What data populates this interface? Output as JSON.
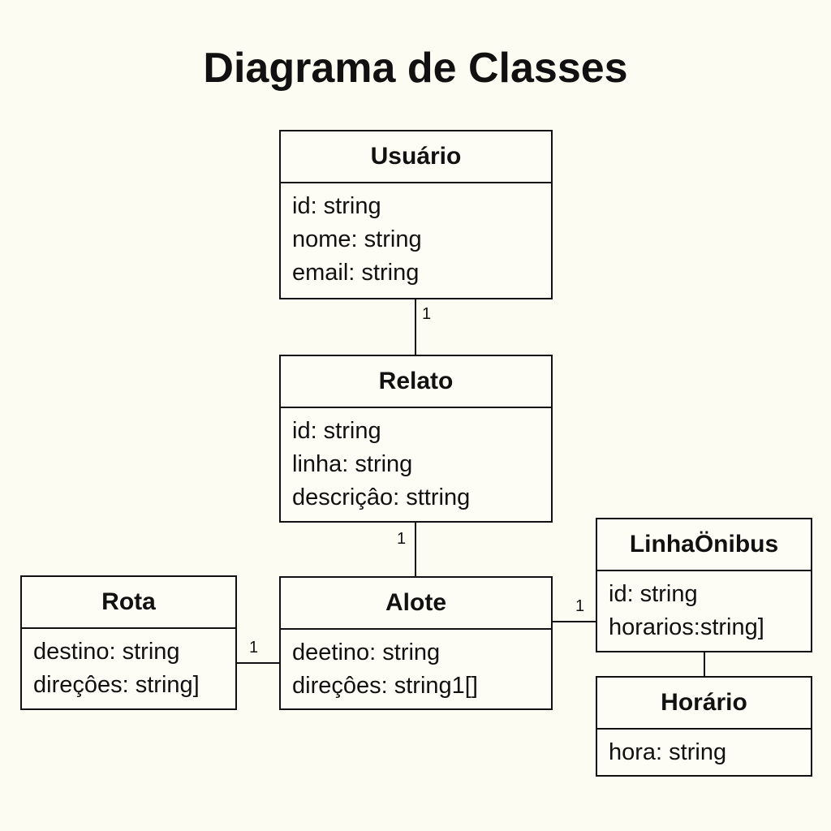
{
  "title": "Diagrama de Classes",
  "classes": {
    "usuario": {
      "name": "Usuário",
      "attributes": [
        "id: string",
        "nome: string",
        "email: string"
      ]
    },
    "relato": {
      "name": "Relato",
      "attributes": [
        "id: string",
        "linha: string",
        "descriçâo: sttring"
      ]
    },
    "alote": {
      "name": "Alote",
      "attributes": [
        "deetino: string",
        "direçôes: string1[]"
      ]
    },
    "rota": {
      "name": "Rota",
      "attributes": [
        "destino: string",
        "direçôes: string]"
      ]
    },
    "linha_onibus": {
      "name": "LinhaÖnibus",
      "attributes": [
        "id: string",
        "horarios:string]"
      ]
    },
    "horario": {
      "name": "Horário",
      "attributes": [
        "hora: string"
      ]
    }
  },
  "multiplicities": {
    "usuario_relato": "1",
    "relato_alote": "1",
    "rota_alote": "1",
    "alote_linha": "1"
  }
}
